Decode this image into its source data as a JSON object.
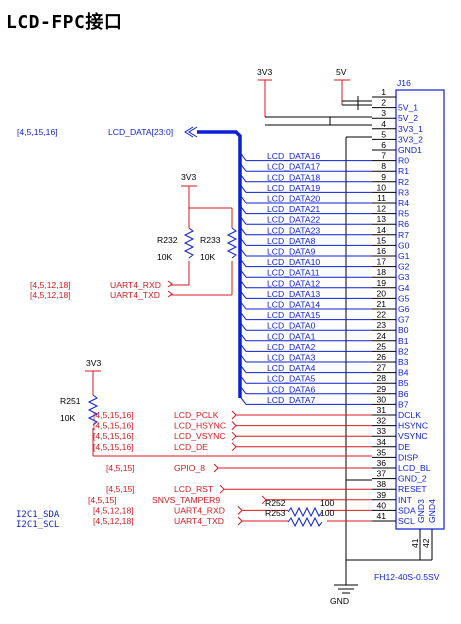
{
  "title": "LCD-FPC接口",
  "connector": {
    "ref": "J16",
    "part": "FH12-40S-0.5SV",
    "pins": [
      {
        "num": "1",
        "name": ""
      },
      {
        "num": "2",
        "name": "5V_1"
      },
      {
        "num": "3",
        "name": "5V_2"
      },
      {
        "num": "4",
        "name": "3V3_1"
      },
      {
        "num": "5",
        "name": "3V3_2"
      },
      {
        "num": "6",
        "name": "GND1"
      },
      {
        "num": "7",
        "name": "R0"
      },
      {
        "num": "8",
        "name": "R1"
      },
      {
        "num": "9",
        "name": "R2"
      },
      {
        "num": "10",
        "name": "R3"
      },
      {
        "num": "11",
        "name": "R4"
      },
      {
        "num": "12",
        "name": "R5"
      },
      {
        "num": "13",
        "name": "R6"
      },
      {
        "num": "14",
        "name": "R7"
      },
      {
        "num": "15",
        "name": "G0"
      },
      {
        "num": "16",
        "name": "G1"
      },
      {
        "num": "17",
        "name": "G2"
      },
      {
        "num": "18",
        "name": "G3"
      },
      {
        "num": "19",
        "name": "G4"
      },
      {
        "num": "20",
        "name": "G5"
      },
      {
        "num": "21",
        "name": "G6"
      },
      {
        "num": "22",
        "name": "G7"
      },
      {
        "num": "23",
        "name": "B0"
      },
      {
        "num": "24",
        "name": "B1"
      },
      {
        "num": "25",
        "name": "B2"
      },
      {
        "num": "26",
        "name": "B3"
      },
      {
        "num": "27",
        "name": "B4"
      },
      {
        "num": "28",
        "name": "B5"
      },
      {
        "num": "29",
        "name": "B6"
      },
      {
        "num": "30",
        "name": "B7"
      },
      {
        "num": "31",
        "name": "DCLK"
      },
      {
        "num": "32",
        "name": "HSYNC"
      },
      {
        "num": "33",
        "name": "VSYNC"
      },
      {
        "num": "34",
        "name": "DE"
      },
      {
        "num": "35",
        "name": "DISP"
      },
      {
        "num": "36",
        "name": "LCD_BL"
      },
      {
        "num": "37",
        "name": "GND_2"
      },
      {
        "num": "38",
        "name": "RESET"
      },
      {
        "num": "39",
        "name": "INT"
      },
      {
        "num": "40",
        "name": "SDA"
      },
      {
        "num": "41",
        "name": "SCL"
      }
    ],
    "bottom_pins": [
      {
        "num": "41",
        "name": "GND3"
      },
      {
        "num": "42",
        "name": "GND4"
      }
    ]
  },
  "power": {
    "v3": "3V3",
    "v5": "5V",
    "gnd": "GND"
  },
  "data_bus": {
    "label": "LCD_DATA[23:0]",
    "ref": "[4,5,15,16]"
  },
  "data_nets": [
    "LCD_DATA16",
    "LCD_DATA17",
    "LCD_DATA18",
    "LCD_DATA19",
    "LCD_DATA20",
    "LCD_DATA21",
    "LCD_DATA22",
    "LCD_DATA23",
    "LCD_DATA8",
    "LCD_DATA9",
    "LCD_DATA10",
    "LCD_DATA11",
    "LCD_DATA12",
    "LCD_DATA13",
    "LCD_DATA14",
    "LCD_DATA15",
    "LCD_DATA0",
    "LCD_DATA1",
    "LCD_DATA2",
    "LCD_DATA3",
    "LCD_DATA4",
    "LCD_DATA5",
    "LCD_DATA6",
    "LCD_DATA7"
  ],
  "resistors": {
    "r232": {
      "ref": "R232",
      "value": "10K"
    },
    "r233": {
      "ref": "R233",
      "value": "10K"
    },
    "r251": {
      "ref": "R251",
      "value": "10K"
    },
    "r252": {
      "ref": "R252",
      "value": "100"
    },
    "r253": {
      "ref": "R253",
      "value": "100"
    }
  },
  "uart_top": [
    {
      "ref": "[4,5,12,18]",
      "net": "UART4_RXD"
    },
    {
      "ref": "[4,5,12,18]",
      "net": "UART4_TXD"
    }
  ],
  "ctrl_nets": [
    {
      "ref": "[4,5,15,16]",
      "net": "LCD_PCLK"
    },
    {
      "ref": "[4,5,15,16]",
      "net": "LCD_HSYNC"
    },
    {
      "ref": "[4,5,15,16]",
      "net": "LCD_VSYNC"
    },
    {
      "ref": "[4,5,15,16]",
      "net": "LCD_DE"
    }
  ],
  "gpio": {
    "ref": "[4,5,15]",
    "net": "GPIO_8"
  },
  "bottom_nets": [
    {
      "ref": "[4,5,15]",
      "net": "LCD_RST"
    },
    {
      "ref": "[4,5,15]",
      "net": "SNVS_TAMPER9"
    },
    {
      "ref": "[4,5,12,18]",
      "net": "UART4_RXD"
    },
    {
      "ref": "[4,5,12,18]",
      "net": "UART4_TXD"
    }
  ],
  "i2c_labels": [
    "I2C1_SDA",
    "I2C1_SCL"
  ]
}
